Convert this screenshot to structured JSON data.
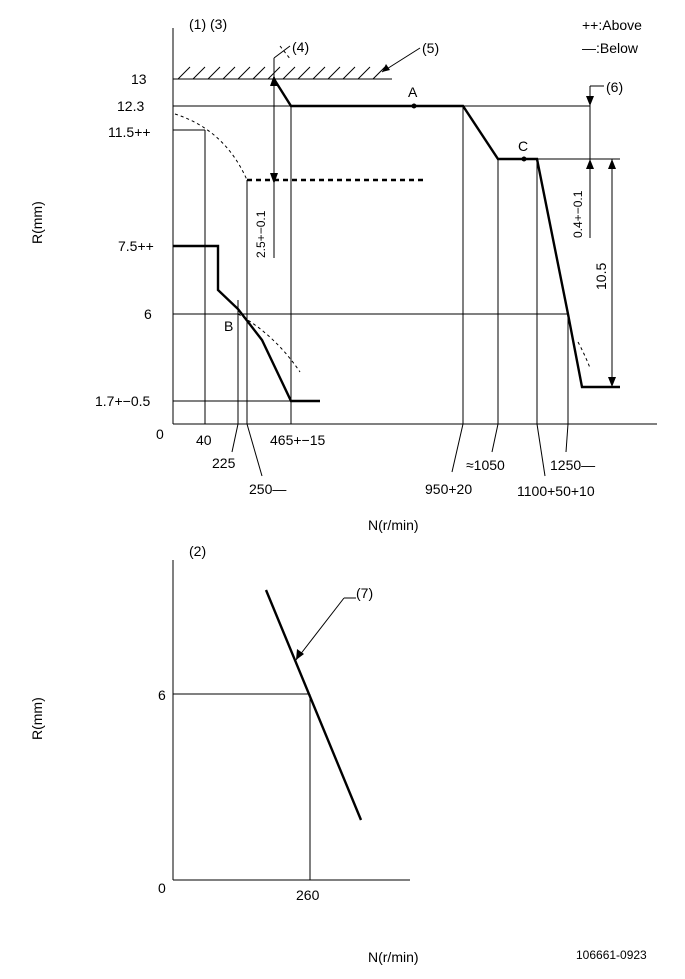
{
  "legend": {
    "above": "++:Above",
    "below": "—:Below"
  },
  "top_chart": {
    "notes_label": "(1)  (3)",
    "x_title": "N(r/min)",
    "y_title": "R(mm)",
    "y_ticks": [
      "13",
      "12.3",
      "11.5++",
      "7.5++",
      "6",
      "1.7+−0.5",
      "0"
    ],
    "x_ticks": [
      "40",
      "225",
      "250—",
      "465+−15",
      "950+20",
      "≈1050",
      "1100+50+10",
      "1250—"
    ],
    "points": [
      "A",
      "B",
      "C"
    ],
    "callouts": [
      "(4)",
      "(5)",
      "(6)"
    ],
    "dims": [
      "2.5+−0.1",
      "0.4+−0.1",
      "10.5"
    ]
  },
  "bottom_chart": {
    "notes_label": "(2)",
    "x_title": "N(r/min)",
    "y_title": "R(mm)",
    "y_ticks": [
      "6",
      "0"
    ],
    "x_ticks": [
      "260"
    ],
    "callouts": [
      "(7)"
    ]
  },
  "doc_number": "106661-0923"
}
